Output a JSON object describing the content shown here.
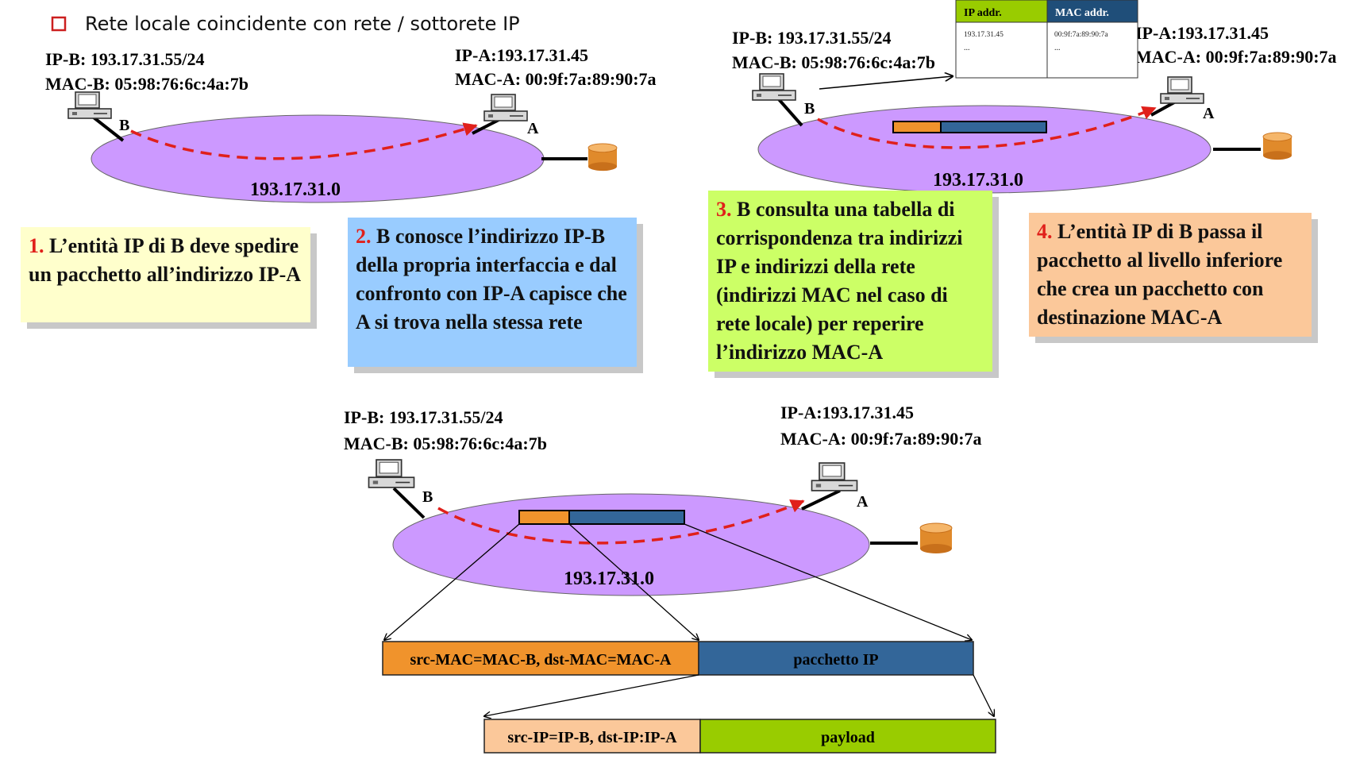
{
  "heading": {
    "bullet_icon": "hollow-square-bullet",
    "text": "Rete locale coincidente con rete / sottorete IP"
  },
  "colors": {
    "network": "#cc99ff",
    "path": "#e0201b",
    "mac_header": "#f0932c",
    "ip_packet": "#336699",
    "ip_header": "#fbc89a",
    "payload": "#99cc00",
    "step1_bg": "#ffffcc",
    "step2_bg": "#99ccff",
    "step3_bg": "#ccff66",
    "step4_bg": "#fbc89a"
  },
  "hosts": {
    "ip_b": "IP-B: 193.17.31.55/24",
    "mac_b": "MAC-B: 05:98:76:6c:4a:7b",
    "ip_a": "IP-A:193.17.31.45",
    "mac_a": "MAC-A: 00:9f:7a:89:90:7a",
    "label_b": "B",
    "label_a": "A",
    "computer_icon": "desktop-computer-icon",
    "router_icon": "router-cylinder-icon"
  },
  "network": {
    "address": "193.17.31.0"
  },
  "arp_table": {
    "headers": [
      "IP addr.",
      "MAC addr."
    ],
    "rows": [
      [
        "193.17.31.45",
        "00:9f:7a:89:90:7a"
      ],
      [
        "...",
        "..."
      ]
    ]
  },
  "steps": [
    {
      "num": "1.",
      "text": "L’entità IP di B deve spedire un pacchetto all’indirizzo IP-A"
    },
    {
      "num": "2.",
      "text": "B conosce l’indirizzo IP-B della propria interfaccia e dal confronto con IP-A capisce che A si trova nella stessa rete"
    },
    {
      "num": "3.",
      "text": "B consulta una tabella di corrispondenza tra indirizzi IP e indirizzi della rete (indirizzi MAC nel caso di rete locale) per reperire l’indirizzo MAC-A"
    },
    {
      "num": "4.",
      "text": "L’entità IP di B passa il pacchetto al livello inferiore che crea un pacchetto con destinazione MAC-A"
    }
  ],
  "frame": {
    "mac_header": "src-MAC=MAC-B, dst-MAC=MAC-A",
    "ip_packet": "pacchetto IP",
    "ip_header": "src-IP=IP-B, dst-IP:IP-A",
    "payload": "payload"
  }
}
